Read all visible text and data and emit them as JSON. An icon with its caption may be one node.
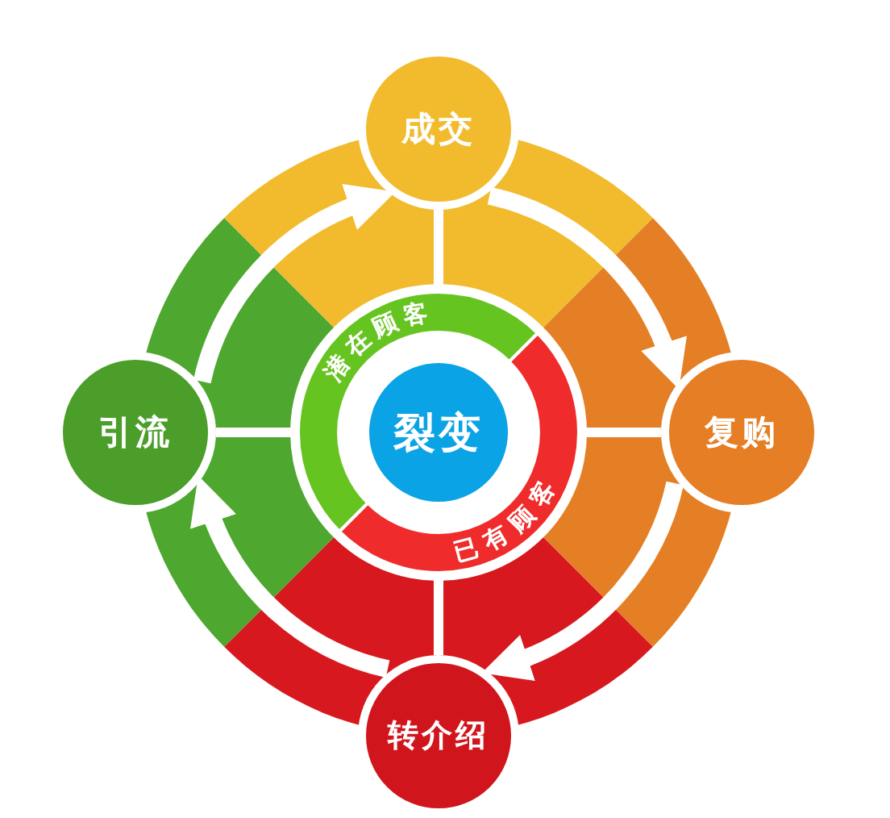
{
  "diagram": {
    "nodes": [
      {
        "text": [
          "成交"
        ]
      },
      {
        "text": [
          "复购"
        ]
      },
      {
        "text": [
          "转介绍"
        ]
      },
      {
        "text": [
          "引流"
        ]
      },
      {
        "text": [
          "裂变"
        ]
      },
      {
        "text": [
          "潜在顾客"
        ]
      },
      {
        "text": [
          "已有顾客"
        ]
      }
    ],
    "edges": [
      {
        "from": 3,
        "to": 0,
        "arrow": "to",
        "style": "thick"
      },
      {
        "from": 0,
        "to": 1,
        "arrow": "to",
        "style": "thick"
      },
      {
        "from": 1,
        "to": 2,
        "arrow": "to",
        "style": "thick"
      },
      {
        "from": 2,
        "to": 3,
        "arrow": "to",
        "style": "thick"
      },
      {
        "from": 5,
        "to": 0,
        "arrow": "none"
      },
      {
        "from": 5,
        "to": 3,
        "arrow": "none"
      },
      {
        "from": 6,
        "to": 1,
        "arrow": "none"
      },
      {
        "from": 6,
        "to": 2,
        "arrow": "none"
      }
    ]
  }
}
